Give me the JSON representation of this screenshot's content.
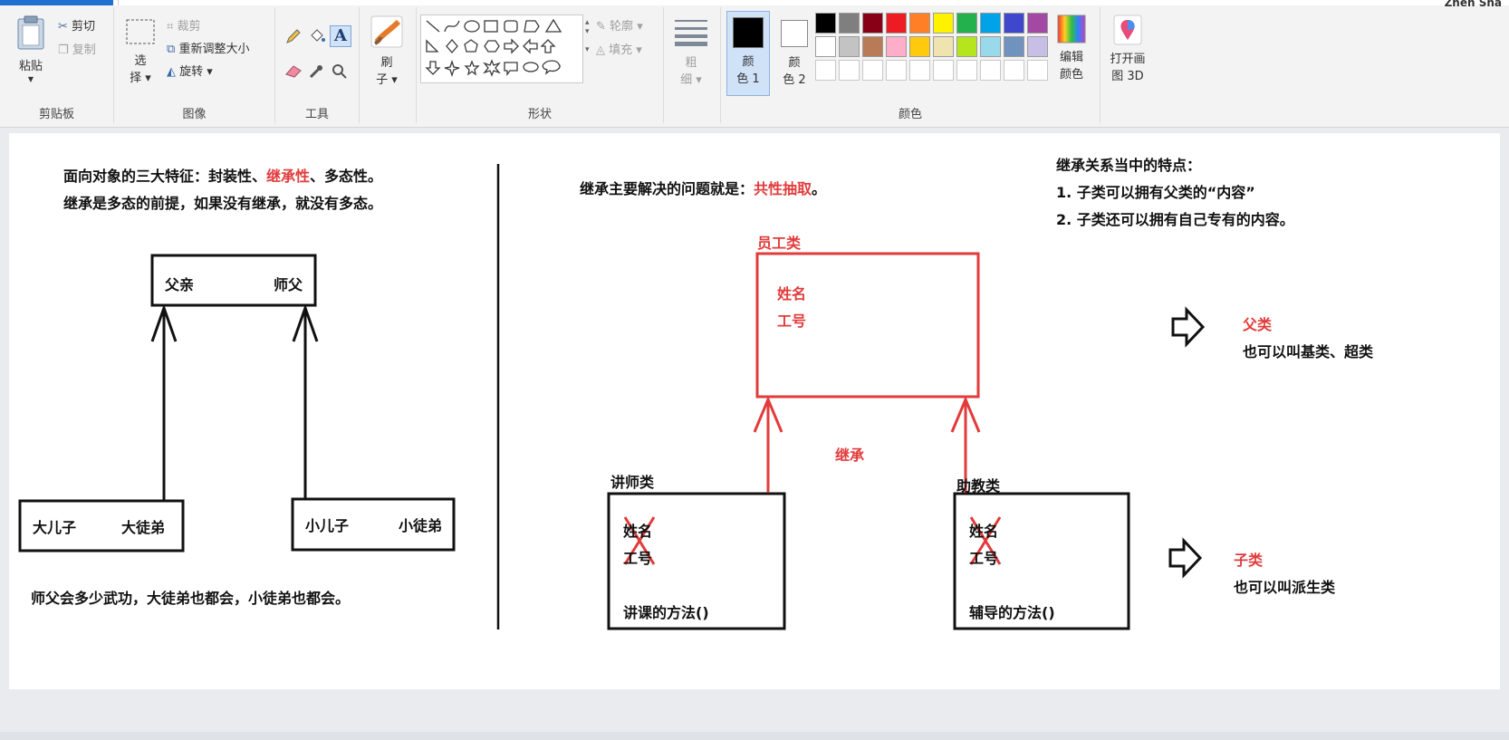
{
  "ribbon": {
    "corner": "Zhen Sha",
    "clipboard": {
      "paste": "粘贴",
      "cut": "剪切",
      "copy": "复制",
      "label": "剪贴板"
    },
    "image": {
      "select_line1": "选",
      "select_line2": "择",
      "crop": "裁剪",
      "resize": "重新调整大小",
      "rotate": "旋转",
      "label": "图像"
    },
    "tools": {
      "label": "工具"
    },
    "brushes": {
      "line1": "刷",
      "line2": "子"
    },
    "shapes": {
      "outline": "轮廓",
      "fill": "填充",
      "label": "形状"
    },
    "size": {
      "line1": "粗",
      "line2": "细"
    },
    "color1": {
      "line1": "颜",
      "line2": "色 1"
    },
    "color2": {
      "line1": "颜",
      "line2": "色 2"
    },
    "edit_colors": {
      "line1": "编辑",
      "line2": "颜色"
    },
    "paint3d": {
      "line1": "打开画",
      "line2": "图 3D"
    },
    "colors_label": "颜色",
    "palette_row1": [
      "#000000",
      "#7f7f7f",
      "#880015",
      "#ed1c24",
      "#ff7f27",
      "#fff200",
      "#22b14c",
      "#00a2e8",
      "#3f48cc",
      "#a349a4"
    ],
    "palette_row2": [
      "#ffffff",
      "#c3c3c3",
      "#b97a57",
      "#ffaec9",
      "#ffc90e",
      "#efe4b0",
      "#b5e61d",
      "#99d9ea",
      "#7092be",
      "#c8bfe7"
    ]
  },
  "canvas": {
    "left_line1_a": "面向对象的三大特征：封装性、",
    "left_line1_b": "继承性",
    "left_line1_c": "、多态性。",
    "left_line2": "继承是多态的前提，如果没有继承，就没有多态。",
    "parent_box_a": "父亲",
    "parent_box_b": "师父",
    "child1_a": "大儿子",
    "child1_b": "大徒弟",
    "child2_a": "小儿子",
    "child2_b": "小徒弟",
    "left_bottom": "师父会多少武功，大徒弟也都会，小徒弟也都会。",
    "mid_title_a": "继承主要解决的问题就是：",
    "mid_title_b": "共性抽取",
    "mid_title_c": "。",
    "employee_label": "员工类",
    "employee_name": "姓名",
    "employee_id": "工号",
    "inherit_label": "继承",
    "lecturer_label": "讲师类",
    "lecturer_name": "姓名",
    "lecturer_id": "工号",
    "lecturer_method": "讲课的方法()",
    "assistant_label": "助教类",
    "assistant_name": "姓名",
    "assistant_id": "工号",
    "assistant_method": "辅导的方法()",
    "right_title": "继承关系当中的特点：",
    "right_p1": "1. 子类可以拥有父类的“内容”",
    "right_p2": "2. 子类还可以拥有自己专有的内容。",
    "parent_class": "父类",
    "parent_alias": "也可以叫基类、超类",
    "child_class": "子类",
    "child_alias": "也可以叫派生类"
  },
  "colors": {
    "red": "#e23b3b",
    "black": "#111111",
    "ribbon_bg": "#f3f3f3"
  }
}
